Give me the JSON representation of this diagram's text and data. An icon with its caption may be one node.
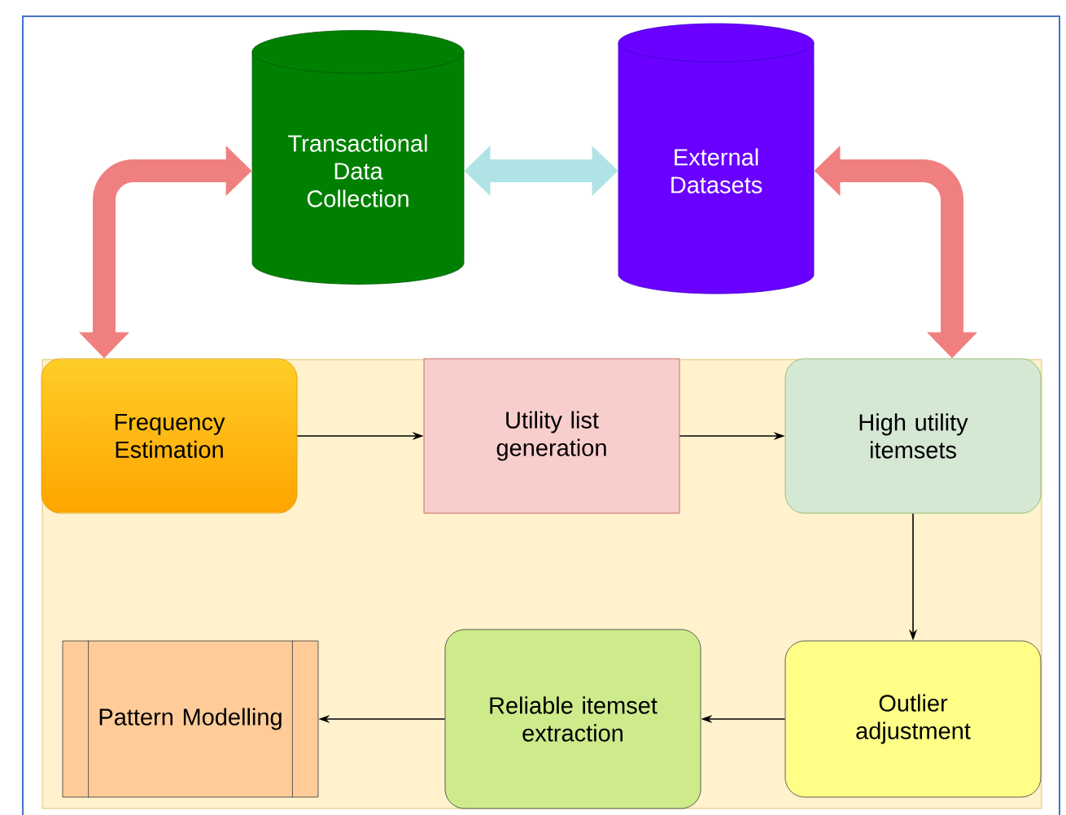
{
  "diagram": {
    "nodes": [
      {
        "text": [
          "Transactional Data Collection"
        ]
      },
      {
        "text": [
          "External Datasets"
        ]
      },
      {
        "text": [],
        "shape": "box"
      },
      {
        "text": [
          "Frequency Estimation"
        ],
        "in": 2
      },
      {
        "text": [
          "Utility list generation"
        ],
        "in": 2
      },
      {
        "text": [
          "High utility itemsets"
        ],
        "in": 2
      },
      {
        "text": [
          "Outlier adjustment"
        ],
        "in": 2
      },
      {
        "text": [
          "Reliable itemset extraction"
        ],
        "in": 2
      },
      {
        "text": [
          "Pattern Modelling"
        ],
        "in": 2
      }
    ],
    "edges": [
      {
        "from": 0,
        "to": 1,
        "arrow": "both",
        "style": "thick",
        "color": "#b0e3e6"
      },
      {
        "from": 0,
        "to": 3,
        "arrow": "both",
        "style": "thick",
        "color": "#f08080"
      },
      {
        "from": 1,
        "to": 5,
        "arrow": "both",
        "style": "thick",
        "color": "#f08080"
      },
      {
        "from": 3,
        "to": 4,
        "arrow": "to"
      },
      {
        "from": 4,
        "to": 5,
        "arrow": "to"
      },
      {
        "from": 5,
        "to": 6,
        "arrow": "to"
      },
      {
        "from": 6,
        "to": 7,
        "arrow": "to"
      },
      {
        "from": 7,
        "to": 8,
        "arrow": "to"
      }
    ]
  }
}
